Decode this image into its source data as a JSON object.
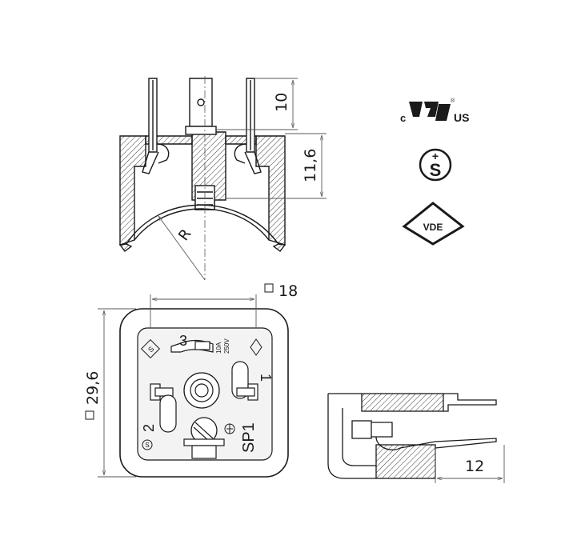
{
  "dimensions": {
    "pin_height": "10",
    "body_depth": "11,6",
    "radius": "R",
    "square_width": "18",
    "overall_size": "29,6",
    "side_depth": "12"
  },
  "pin_labels": {
    "pin_1": "1",
    "pin_2": "2",
    "pin_3": "3"
  },
  "markings": {
    "model_code": "SP1",
    "rating_line1": "10A",
    "rating_line2": "250V",
    "approval_mark_ul": "US",
    "approval_mark_c": "c",
    "ground_symbol_name": "ground-icon"
  },
  "certifications": [
    {
      "icon": "ul-recognized-icon",
      "prefix": "c",
      "suffix": "US"
    },
    {
      "icon": "s-mark-icon",
      "label": "S"
    },
    {
      "icon": "vde-mark-icon",
      "label": "VDE"
    }
  ],
  "colors": {
    "line": "#1a1a1a",
    "hatch": "#3a3a3a",
    "dim": "#5a5a5a",
    "body_fill": "#d8d8d8"
  }
}
